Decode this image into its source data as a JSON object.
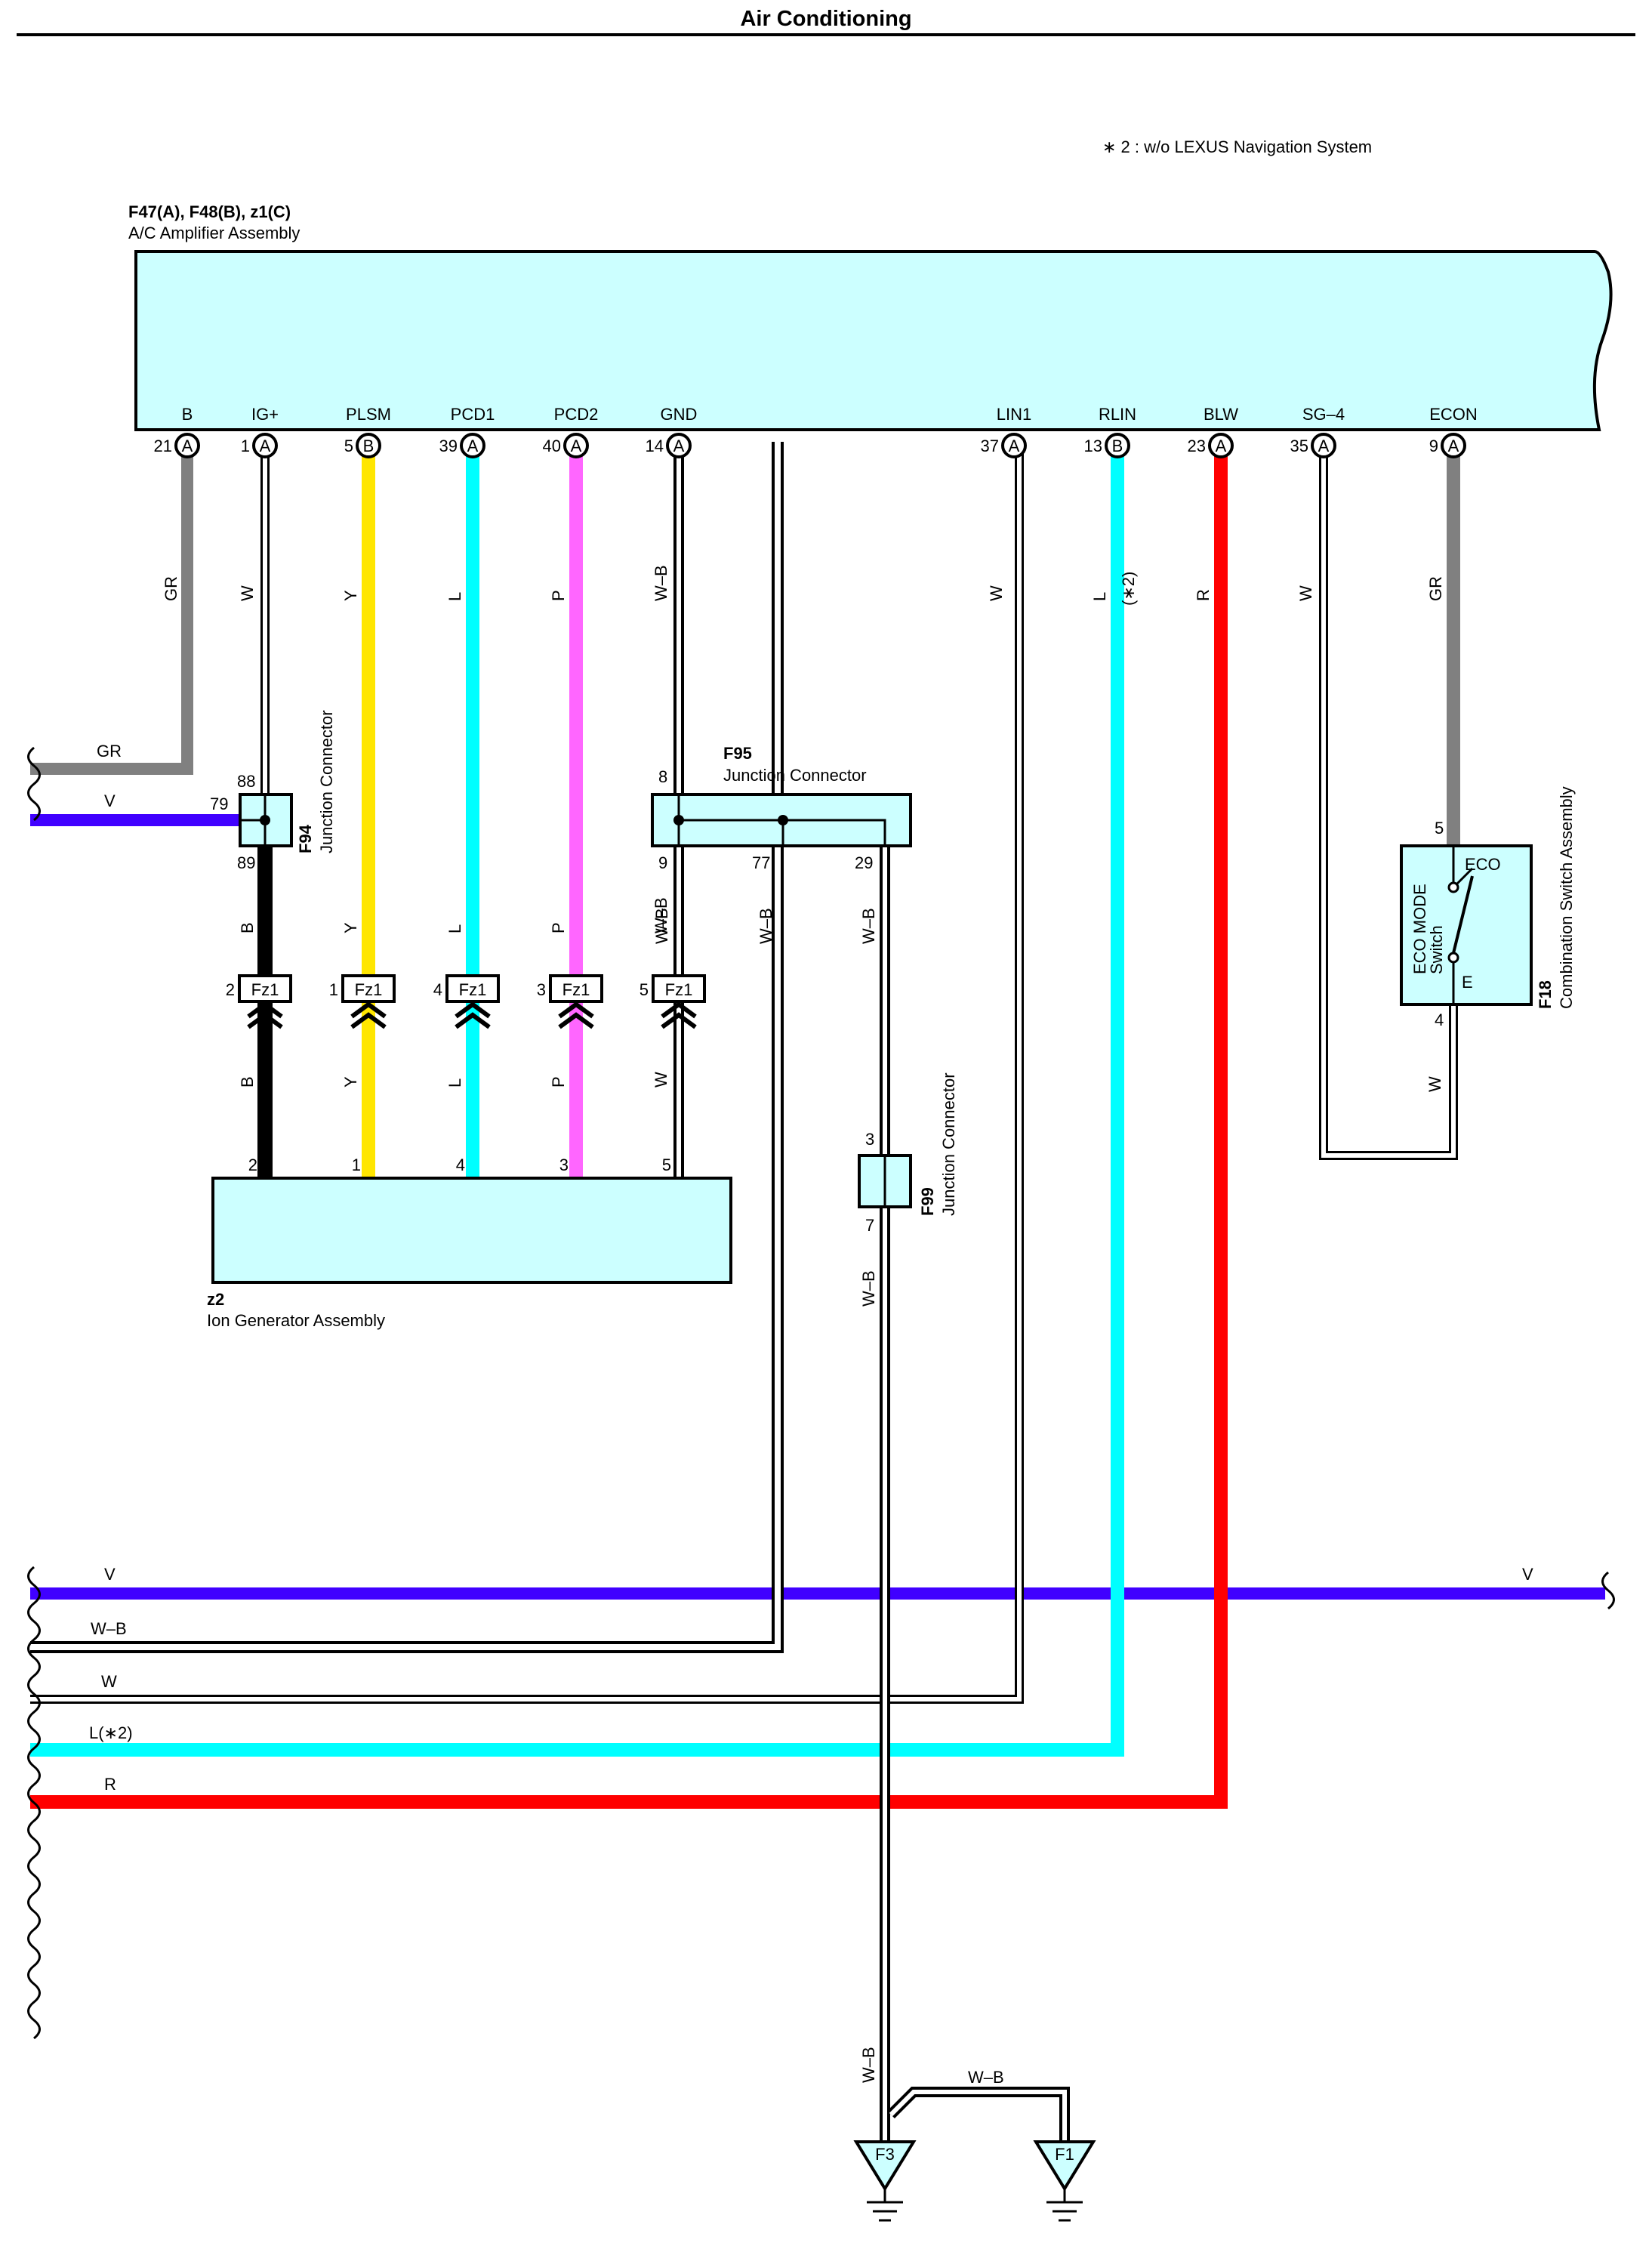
{
  "title": "Air Conditioning",
  "note": "∗ 2 : w/o LEXUS Navigation System",
  "colors": {
    "box_fill": "#ccffff",
    "GR": "#808080",
    "W": "#ffffff",
    "Y": "#ffe600",
    "L": "#00ffff",
    "P": "#ff66ff",
    "W-B": "#ffffff",
    "V": "#4000ff",
    "B": "#000000",
    "R": "#ff0000"
  },
  "amplifier": {
    "connector_id": "F47(A), F48(B), z1(C)",
    "name": "A/C Amplifier Assembly",
    "terminals": [
      {
        "name": "B",
        "pin": "21",
        "connector": "A",
        "wire": "GR"
      },
      {
        "name": "IG+",
        "pin": "1",
        "connector": "A",
        "wire": "W"
      },
      {
        "name": "PLSM",
        "pin": "5",
        "connector": "B",
        "wire": "Y"
      },
      {
        "name": "PCD1",
        "pin": "39",
        "connector": "A",
        "wire": "L"
      },
      {
        "name": "PCD2",
        "pin": "40",
        "connector": "A",
        "wire": "P"
      },
      {
        "name": "GND",
        "pin": "14",
        "connector": "A",
        "wire": "W–B"
      },
      {
        "name": "LIN1",
        "pin": "37",
        "connector": "A",
        "wire": "W"
      },
      {
        "name": "RLIN",
        "pin": "13",
        "connector": "B",
        "wire": "L",
        "note": "(∗2)"
      },
      {
        "name": "BLW",
        "pin": "23",
        "connector": "A",
        "wire": "R"
      },
      {
        "name": "SG–4",
        "pin": "35",
        "connector": "A",
        "wire": "W"
      },
      {
        "name": "ECON",
        "pin": "9",
        "connector": "A",
        "wire": "GR"
      }
    ]
  },
  "f94": {
    "id": "F94",
    "name": "Junction Connector",
    "pins": [
      "88",
      "79",
      "89"
    ],
    "out_wire": "B"
  },
  "f95": {
    "id": "F95",
    "name": "Junction Connector",
    "pins": [
      "8",
      "9",
      "77",
      "29"
    ],
    "wires": [
      "W–B",
      "W–B",
      "W–B"
    ]
  },
  "f99": {
    "id": "F99",
    "name": "Junction Connector",
    "pins": [
      "3",
      "7"
    ],
    "wire": "W–B"
  },
  "f18": {
    "id": "F18",
    "name": "Combination Switch Assembly",
    "switch_label": "ECO MODE",
    "switch_label2": "Switch",
    "term_top": "ECO",
    "term_bottom": "E",
    "pin_top": "5",
    "pin_bottom": "4",
    "wire": "W"
  },
  "fz1": [
    {
      "label": "Fz1",
      "pin": "2",
      "wire": "B"
    },
    {
      "label": "Fz1",
      "pin": "1",
      "wire": "Y"
    },
    {
      "label": "Fz1",
      "pin": "4",
      "wire": "L"
    },
    {
      "label": "Fz1",
      "pin": "3",
      "wire": "P"
    },
    {
      "label": "Fz1",
      "pin": "5",
      "wire": "W"
    }
  ],
  "ion_generator": {
    "id": "z2",
    "name": "Ion Generator Assembly",
    "pins": [
      "2",
      "1",
      "4",
      "3",
      "5"
    ]
  },
  "left_wires": {
    "gr": "GR",
    "v": "V"
  },
  "bus": [
    {
      "label": "V",
      "label_right": "V"
    },
    {
      "label": "W–B"
    },
    {
      "label": "W"
    },
    {
      "label": "L(∗2)"
    },
    {
      "label": "R"
    }
  ],
  "grounds": [
    {
      "label": "F3"
    },
    {
      "label": "F1"
    }
  ],
  "ground_wire": {
    "left": "W–B",
    "right": "W–B"
  }
}
